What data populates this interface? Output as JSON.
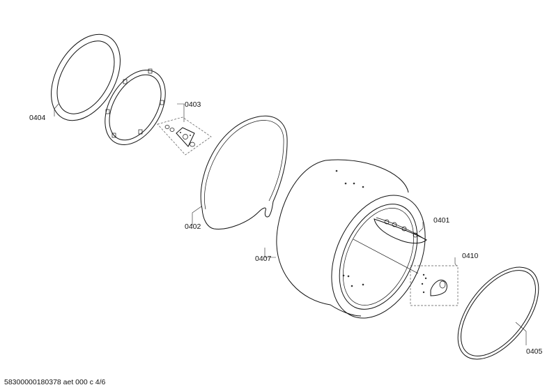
{
  "labels": {
    "p0401": "0401",
    "p0402": "0402",
    "p0403": "0403",
    "p0404": "0404",
    "p0405": "0405",
    "p0407": "0407",
    "p0410": "0410"
  },
  "footer": "58300000180378 aet 000 c 4/6"
}
